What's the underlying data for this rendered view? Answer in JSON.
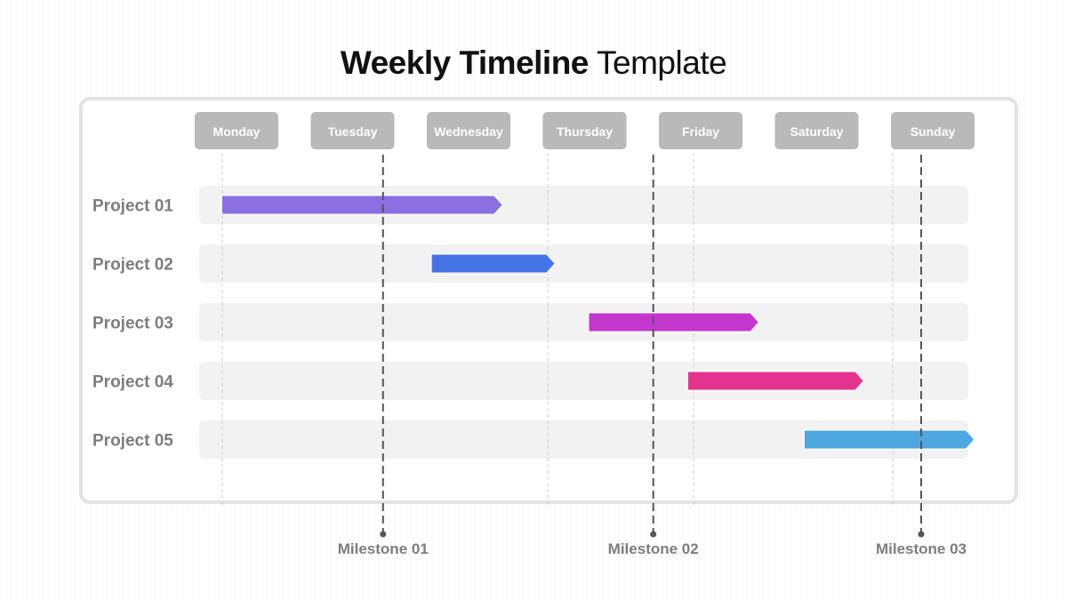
{
  "title": {
    "bold": "Weekly Timeline",
    "light": "Template"
  },
  "days": [
    "Monday",
    "Tuesday",
    "Wednesday",
    "Thursday",
    "Friday",
    "Saturday",
    "Sunday"
  ],
  "projects": [
    {
      "label": "Project 01",
      "start": 0.0,
      "end": 2.4,
      "color": "#8a6fe0"
    },
    {
      "label": "Project 02",
      "start": 1.8,
      "end": 2.85,
      "color": "#4472e8"
    },
    {
      "label": "Project 03",
      "start": 3.15,
      "end": 4.6,
      "color": "#c437cf"
    },
    {
      "label": "Project 04",
      "start": 4.0,
      "end": 5.5,
      "color": "#e3338f"
    },
    {
      "label": "Project 05",
      "start": 5.0,
      "end": 6.45,
      "color": "#4ea7e0"
    }
  ],
  "milestones": [
    {
      "label": "Milestone 01",
      "position": 1.38
    },
    {
      "label": "Milestone 02",
      "position": 3.7
    },
    {
      "label": "Milestone 03",
      "position": 6.0
    }
  ],
  "colors": {
    "day_header": "#b9b9b9",
    "row_band": "#f2f2f2",
    "frame": "#e3e3e3",
    "label_text": "#7d7d7d",
    "milestone_line": "#555555"
  }
}
